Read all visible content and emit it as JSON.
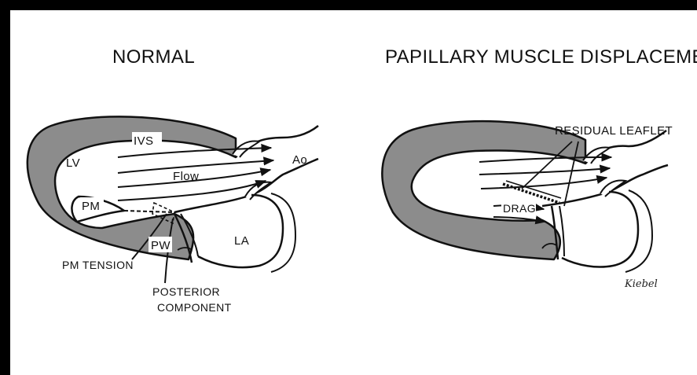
{
  "figure": {
    "border_color": "#000000",
    "wall_color": "#8a8a8a",
    "left_panel": {
      "title": "NORMAL",
      "labels": {
        "ivs": "IVS",
        "lv": "LV",
        "flow": "Flow",
        "ao": "Ao",
        "pm": "PM",
        "pw": "PW",
        "la": "LA",
        "pm_tension": "PM TENSION",
        "posterior_1": "POSTERIOR",
        "posterior_2": "COMPONENT"
      }
    },
    "right_panel": {
      "title": "PAPILLARY MUSCLE DISPLACEMENT",
      "labels": {
        "residual_leaflet": "RESIDUAL LEAFLET",
        "drag": "DRAG"
      },
      "signature": "Kiebel"
    }
  }
}
